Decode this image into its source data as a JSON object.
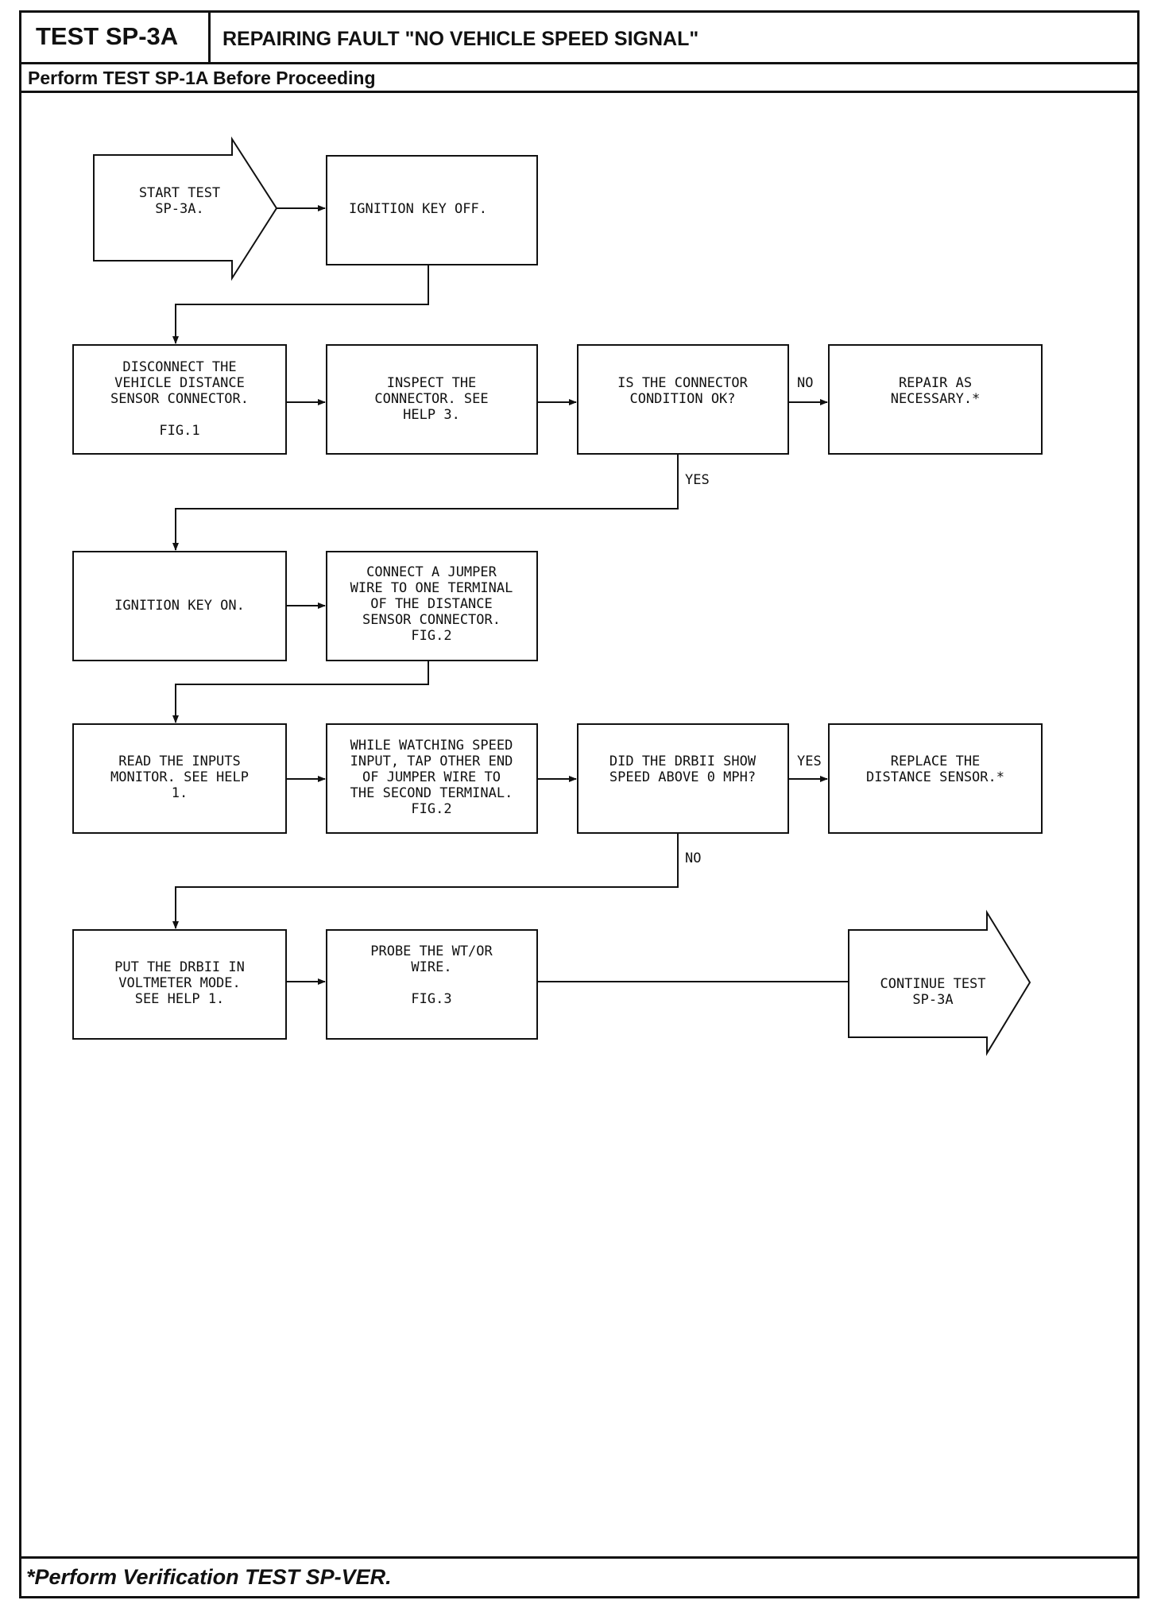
{
  "header": {
    "test_id": "TEST SP-3A",
    "title": "REPAIRING FAULT \"NO VEHICLE SPEED SIGNAL\"",
    "prerequisite": "Perform TEST SP-1A Before Proceeding"
  },
  "steps": {
    "start": [
      "START TEST",
      "SP-3A."
    ],
    "ignition_off": [
      "IGNITION KEY OFF."
    ],
    "disconnect": [
      "DISCONNECT THE",
      "VEHICLE DISTANCE",
      "SENSOR CONNECTOR.",
      "",
      "FIG.1"
    ],
    "inspect": [
      "INSPECT THE",
      "CONNECTOR. SEE",
      "HELP 3."
    ],
    "connector_ok": [
      "IS THE CONNECTOR",
      "CONDITION OK?"
    ],
    "repair": [
      "REPAIR AS",
      "NECESSARY.*"
    ],
    "ignition_on": [
      "IGNITION KEY ON."
    ],
    "jumper": [
      "CONNECT A JUMPER",
      "WIRE TO ONE TERMINAL",
      "OF THE DISTANCE",
      "SENSOR CONNECTOR.",
      "FIG.2"
    ],
    "read_inputs": [
      "READ THE INPUTS",
      "MONITOR. SEE HELP",
      "1."
    ],
    "tap": [
      "WHILE WATCHING SPEED",
      "INPUT, TAP OTHER END",
      "OF JUMPER WIRE TO",
      "THE SECOND TERMINAL.",
      "FIG.2"
    ],
    "speed_q": [
      "DID THE DRBII SHOW",
      "SPEED ABOVE 0 MPH?"
    ],
    "replace": [
      "REPLACE THE",
      "DISTANCE SENSOR.*"
    ],
    "voltmeter": [
      "PUT THE DRBII IN",
      "VOLTMETER MODE.",
      "SEE HELP 1."
    ],
    "probe": [
      "PROBE THE WT/OR",
      "WIRE.",
      "",
      "FIG.3"
    ],
    "continue": [
      "CONTINUE TEST",
      "SP-3A"
    ]
  },
  "branch_labels": {
    "connector_no": "NO",
    "connector_yes": "YES",
    "speed_yes": "YES",
    "speed_no": "NO"
  },
  "footer": {
    "note": "*Perform Verification TEST SP-VER."
  }
}
